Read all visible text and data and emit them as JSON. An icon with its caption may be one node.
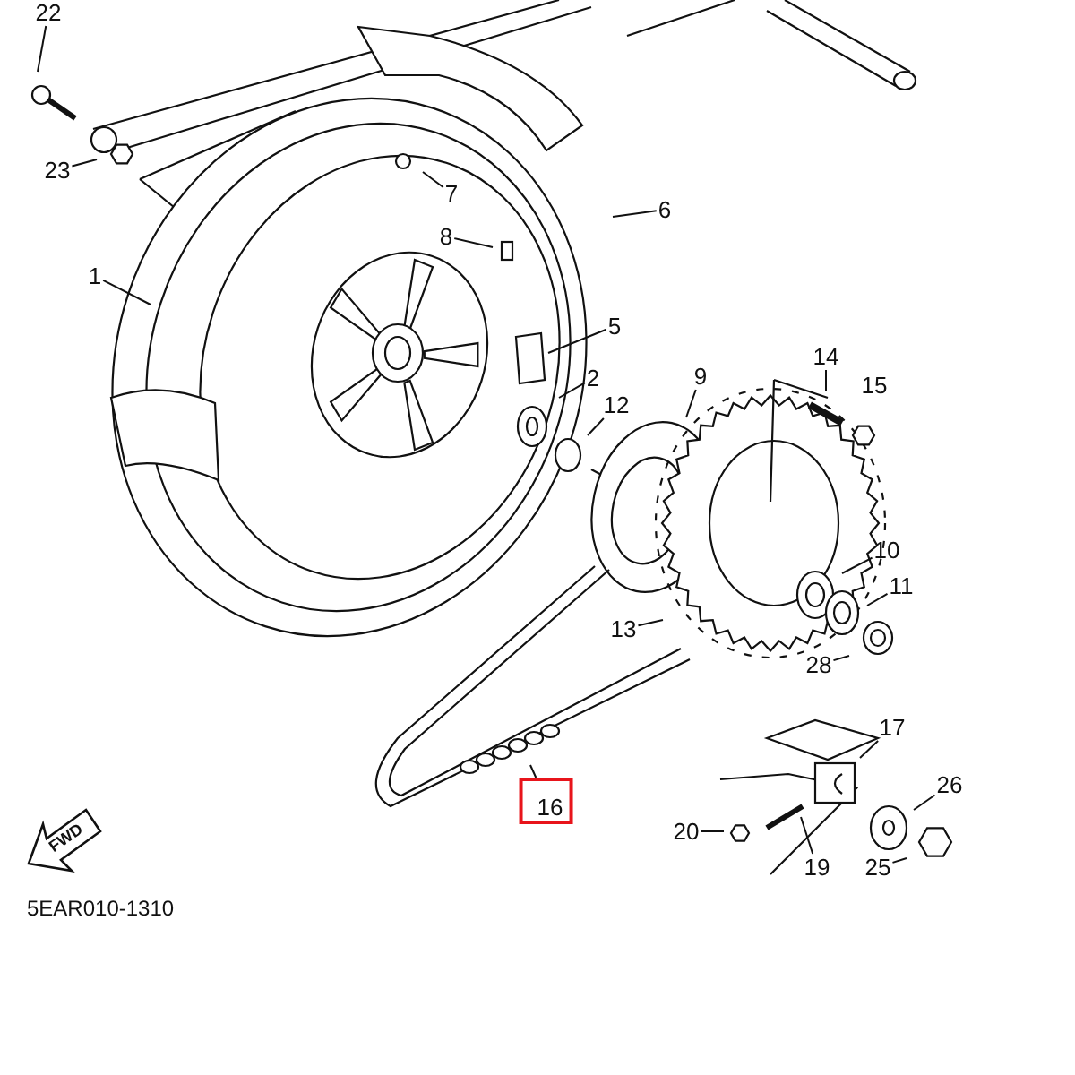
{
  "diagram": {
    "nodes": [
      {
        "text": [
          "22"
        ]
      },
      {
        "text": [
          "23"
        ]
      },
      {
        "text": [
          "7"
        ]
      },
      {
        "text": [
          "6"
        ]
      },
      {
        "text": [
          "8"
        ]
      },
      {
        "text": [
          "1"
        ]
      },
      {
        "text": [
          "5"
        ]
      },
      {
        "text": [
          "2"
        ]
      },
      {
        "text": [
          "9"
        ]
      },
      {
        "text": [
          "14"
        ]
      },
      {
        "text": [
          "15"
        ]
      },
      {
        "text": [
          "12"
        ]
      },
      {
        "text": [
          "10"
        ]
      },
      {
        "text": [
          "11"
        ]
      },
      {
        "text": [
          "13"
        ]
      },
      {
        "text": [
          "28"
        ]
      },
      {
        "text": [
          "17"
        ]
      },
      {
        "text": [
          "26"
        ]
      },
      {
        "text": [
          "16"
        ]
      },
      {
        "text": [
          "20"
        ]
      },
      {
        "text": [
          "19"
        ]
      },
      {
        "text": [
          "25"
        ]
      },
      {
        "text": [
          "FWD"
        ]
      }
    ],
    "edges": [
      {
        "from": 0,
        "to": null,
        "arrow": "none"
      },
      {
        "from": 1,
        "to": null,
        "arrow": "none"
      },
      {
        "from": 2,
        "to": null,
        "arrow": "none"
      },
      {
        "from": 3,
        "to": null,
        "arrow": "none"
      },
      {
        "from": 4,
        "to": null,
        "arrow": "none"
      },
      {
        "from": 5,
        "to": null,
        "arrow": "none"
      },
      {
        "from": 6,
        "to": null,
        "arrow": "none"
      },
      {
        "from": 7,
        "to": null,
        "arrow": "none"
      },
      {
        "from": 8,
        "to": null,
        "arrow": "none"
      },
      {
        "from": 9,
        "to": null,
        "arrow": "none"
      },
      {
        "from": 11,
        "to": null,
        "arrow": "none"
      },
      {
        "from": 12,
        "to": null,
        "arrow": "none"
      },
      {
        "from": 13,
        "to": null,
        "arrow": "none"
      },
      {
        "from": 14,
        "to": null,
        "arrow": "none"
      },
      {
        "from": 15,
        "to": null,
        "arrow": "none"
      },
      {
        "from": 16,
        "to": null,
        "arrow": "none"
      },
      {
        "from": 17,
        "to": null,
        "arrow": "none"
      },
      {
        "from": 18,
        "to": null,
        "arrow": "none"
      },
      {
        "from": 19,
        "to": null,
        "arrow": "none"
      },
      {
        "from": 20,
        "to": null,
        "arrow": "none"
      },
      {
        "from": 21,
        "to": null,
        "arrow": "none"
      }
    ],
    "labels": [
      "5EAR010-1310"
    ]
  }
}
